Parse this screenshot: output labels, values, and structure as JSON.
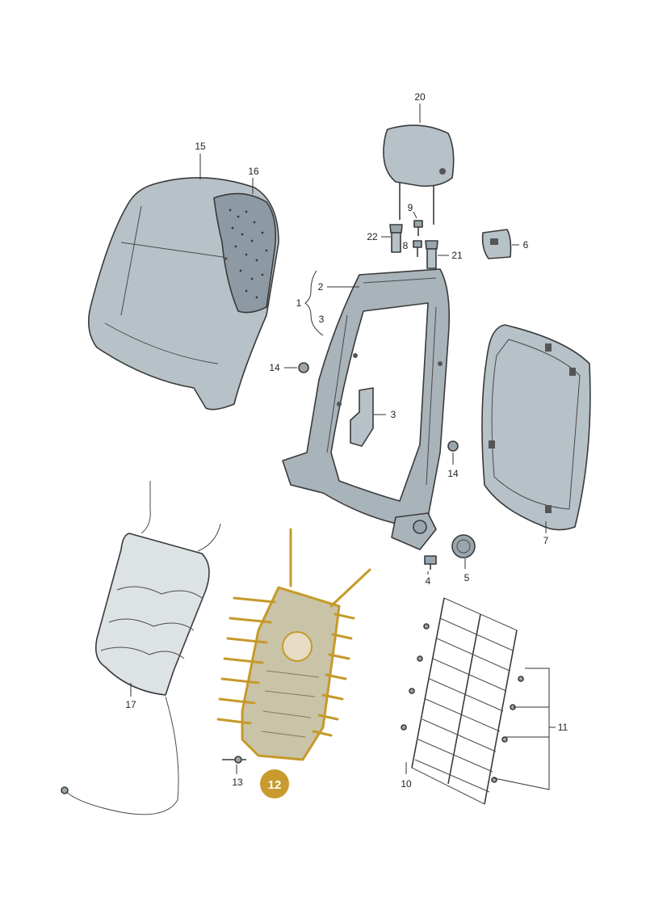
{
  "colors": {
    "part_fill": "#b7c1c8",
    "part_dark": "#9aa6ae",
    "highlight_stroke": "#c59a2a",
    "highlight_fill": "#c9c3a8",
    "badge": "#c99a2e",
    "line": "#333333"
  },
  "labels": {
    "p1": "1",
    "p2": "2",
    "p3a": "3",
    "p3b": "3",
    "p4": "4",
    "p5": "5",
    "p6": "6",
    "p7": "7",
    "p8": "8",
    "p9": "9",
    "p10": "10",
    "p11": "11",
    "p13": "13",
    "p14a": "14",
    "p14b": "14",
    "p15": "15",
    "p16": "16",
    "p17": "17",
    "p20": "20",
    "p21": "21",
    "p22": "22"
  },
  "badge": {
    "label": "12"
  }
}
